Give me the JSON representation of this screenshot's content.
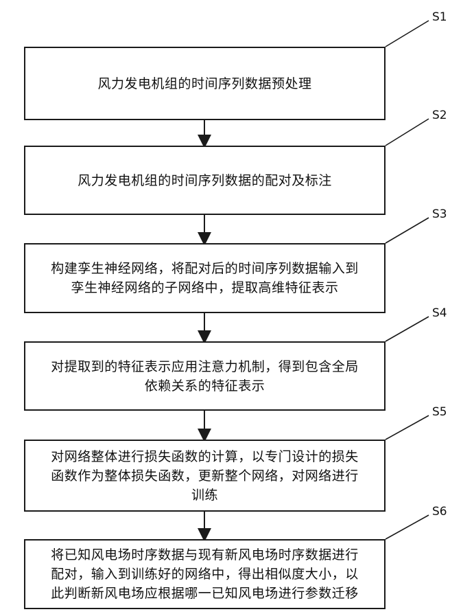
{
  "steps": [
    {
      "label": "S1",
      "lines": [
        "风力发电机组的时间序列数据预处理"
      ]
    },
    {
      "label": "S2",
      "lines": [
        "风力发电机组的时间序列数据的配对及标注"
      ]
    },
    {
      "label": "S3",
      "lines": [
        "构建孪生神经网络，将配对后的时间序列数据输入到",
        "孪生神经网络的子网络中，提取高维特征表示"
      ]
    },
    {
      "label": "S4",
      "lines": [
        "对提取到的特征表示应用注意力机制，得到包含全局",
        "依赖关系的特征表示"
      ]
    },
    {
      "label": "S5",
      "lines": [
        "对网络整体进行损失函数的计算，以专门设计的损失",
        "函数作为整体损失函数，更新整个网络，对网络进行",
        "训练"
      ]
    },
    {
      "label": "S6",
      "lines": [
        "将已知风电场时序数据与现有新风电场时序数据进行",
        "配对，输入到训练好的网络中，得出相似度大小，以",
        "此判断新风电场应根据哪一已知风电场进行参数迁移"
      ]
    }
  ]
}
